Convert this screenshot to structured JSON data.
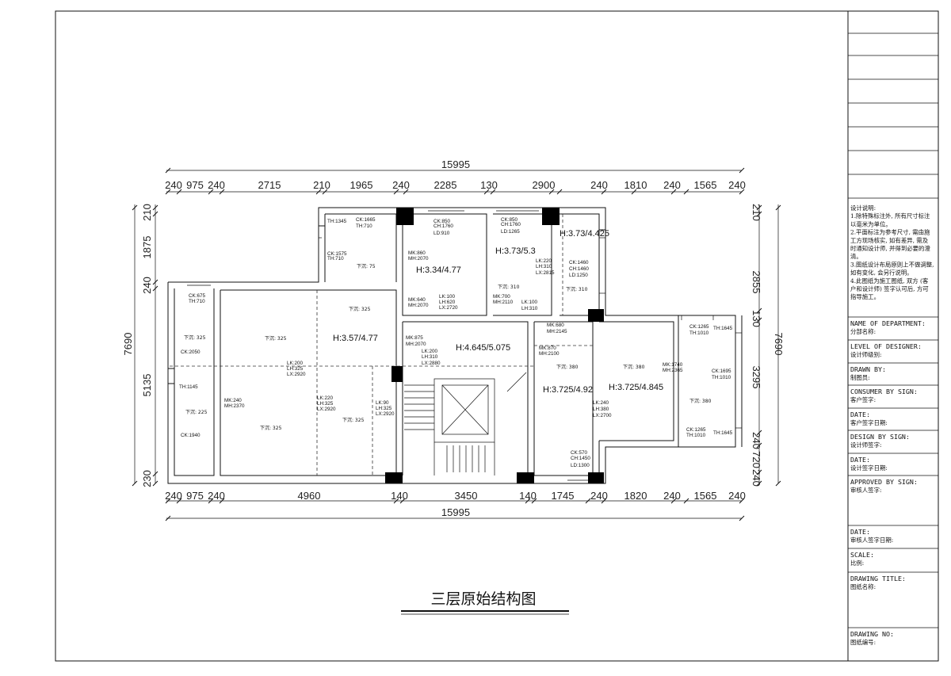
{
  "drawing": {
    "title": "三层原始结构图",
    "overall_width_top": "15995",
    "overall_width_bottom": "15995",
    "left_total": "7690",
    "right_total": "7690",
    "top_dims": [
      "240",
      "975",
      "240",
      "2715",
      "210",
      "1965",
      "240",
      "2285",
      "130",
      "2900",
      "240",
      "1810",
      "240",
      "1565",
      "240"
    ],
    "bottom_dims": [
      "240",
      "975",
      "240",
      "4960",
      "140",
      "3450",
      "140",
      "1745",
      "240",
      "1820",
      "240",
      "1565",
      "240"
    ],
    "left_dims": [
      "210",
      "1875",
      "240",
      "5135",
      "230"
    ],
    "right_dims": [
      "210",
      "2855",
      "130",
      "3295",
      "240",
      "720",
      "240"
    ]
  },
  "rooms": {
    "heights": [
      "H:3.73/4.425",
      "H:3.73/5.3",
      "H:3.34/4.77",
      "H:3.57/4.77",
      "H:4.645/5.075",
      "H:3.725/4.92",
      "H:3.725/4.845"
    ],
    "sink_labels": [
      "下沉: 75",
      "下沉: 310",
      "下沉: 310",
      "下沉: 325",
      "下沉: 325",
      "下沉: 325",
      "下沉: 325",
      "下沉: 225",
      "下沉: 325",
      "下沉: 380",
      "下沉: 380",
      "下沉: 380"
    ],
    "openings": [
      "TH:1345",
      "CK:1665",
      "TH:710",
      "CK:1575",
      "TH:710",
      "CK:850",
      "CH:1760",
      "LD:910",
      "MK:860",
      "MH:2070",
      "MK:640",
      "MH:2070",
      "LK:100",
      "LH:620",
      "LX:2720",
      "CK:850",
      "CH:1760",
      "LD:1265",
      "LK:220",
      "LH:310",
      "LX:2815",
      "CK:1460",
      "CH:1460",
      "LD:1250",
      "MK:700",
      "MH:2110",
      "LK:100",
      "LH:310",
      "CK:675",
      "TH:710",
      "CK:2050",
      "TH:1145",
      "CK:1940",
      "LK:200",
      "LH:325",
      "LX:2920",
      "MK:240",
      "MH:2370",
      "LK:220",
      "LH:325",
      "LX:2920",
      "LK:90",
      "LH:325",
      "LX:2920",
      "MK:875",
      "MH:2070",
      "LK:200",
      "LH:310",
      "LX:2880",
      "MK:680",
      "MH:2145",
      "MK:870",
      "MH:2100",
      "LK:240",
      "LH:380",
      "LX:2700",
      "CK:570",
      "CH:1450",
      "LD:1300",
      "MK:1740",
      "MH:2365",
      "CK:1265",
      "TH:1010",
      "TH:1645",
      "CK:1695",
      "TH:1010",
      "CK:1265",
      "TH:1010",
      "TH:1645"
    ]
  },
  "title_block": {
    "notes": [
      "设计说明:",
      "1.除特殊标注外, 所有尺寸标注",
      "以毫米为单位。",
      "2.平面标注为参考尺寸, 需由施",
      "工方现场核实, 如有差异, 需及",
      "时通知设计师, 并得到必要的澄",
      "清。",
      "3.图纸设计布局原则上不做调整,",
      "如有变化, 会另行说明。",
      "4.此图纸为施工图纸, 双方 (客",
      "户和设计师) 签字认可后, 方可",
      "指导施工。"
    ],
    "fields": [
      {
        "en": "NAME OF DEPARTMENT:",
        "cn": "分部名称:"
      },
      {
        "en": "LEVEL OF DESIGNER:",
        "cn": "设计师级别:"
      },
      {
        "en": "DRAWN BY:",
        "cn": "制图员:"
      },
      {
        "en": "CONSUMER BY SIGN:",
        "cn": "客户签字:"
      },
      {
        "en": "DATE:",
        "cn": "客户签字日期:"
      },
      {
        "en": "DESIGN BY SIGN:",
        "cn": "设计师签字:"
      },
      {
        "en": "DATE:",
        "cn": "设计签字日期:"
      },
      {
        "en": "APPROVED BY SIGN:",
        "cn": "审核人签字:"
      },
      {
        "en": "DATE:",
        "cn": "审核人签字日期:"
      },
      {
        "en": "SCALE:",
        "cn": "比例:"
      },
      {
        "en": "DRAWING TITLE:",
        "cn": "图纸名称:"
      },
      {
        "en": "DRAWING NO:",
        "cn": "图纸编号:"
      }
    ]
  }
}
